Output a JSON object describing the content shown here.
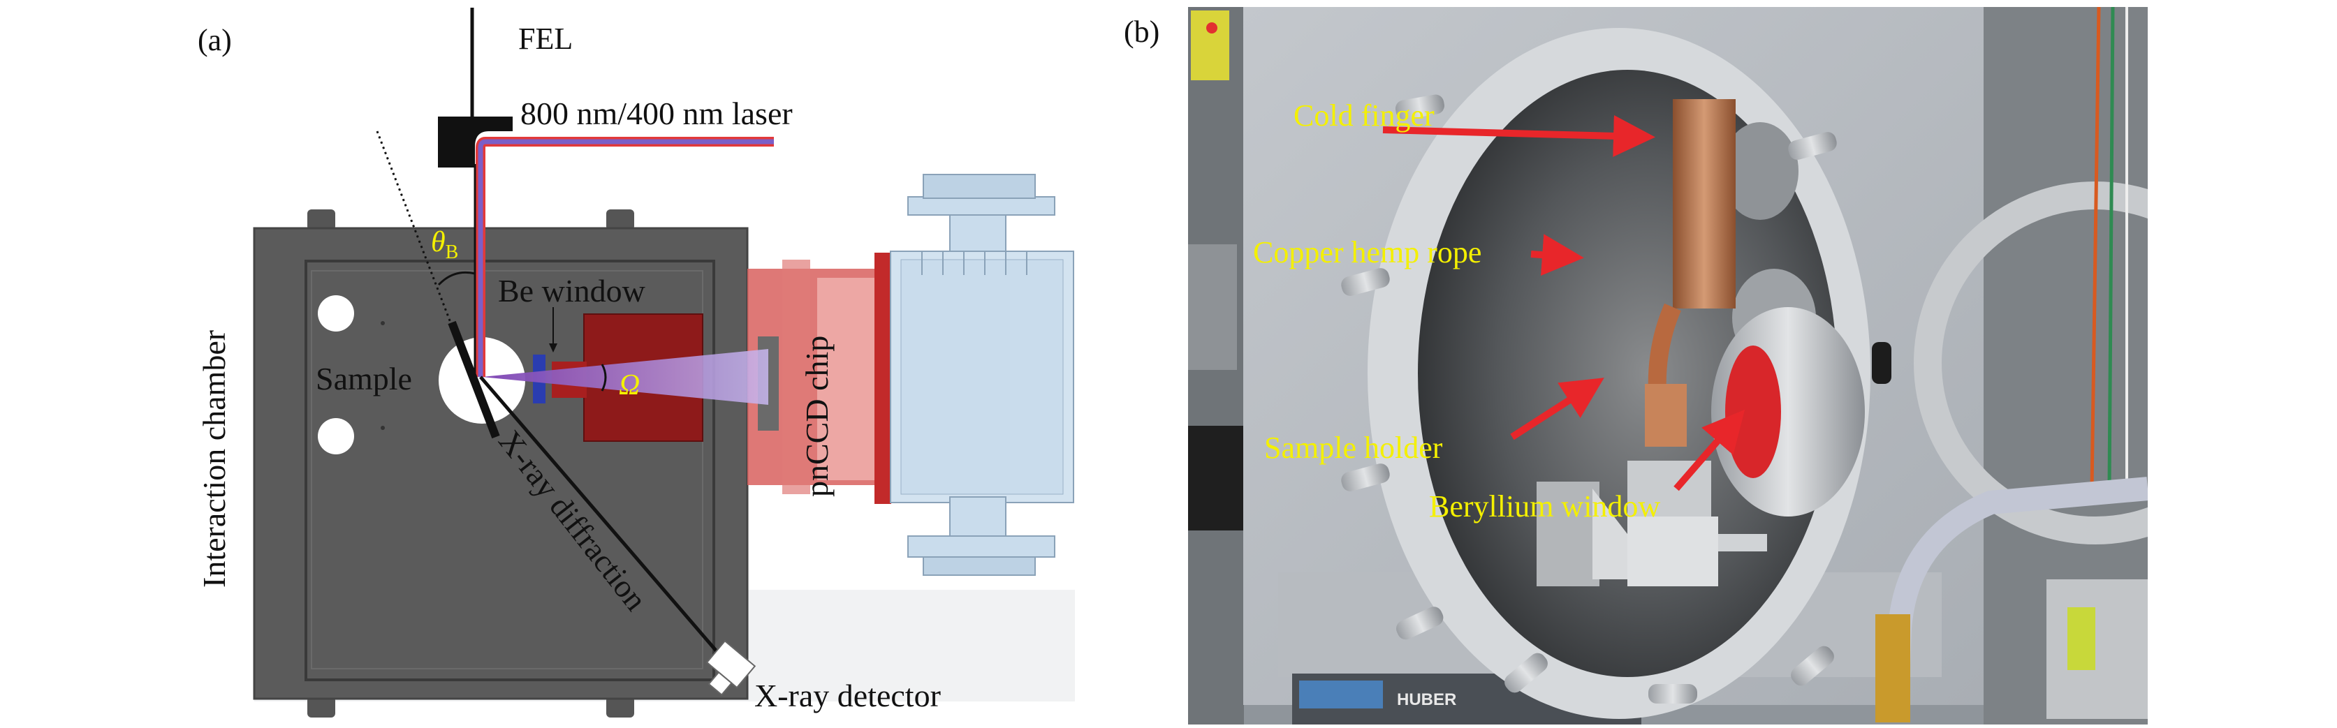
{
  "panel_a": {
    "label": "(a)",
    "fel": "FEL",
    "laser": "800 nm/400 nm laser",
    "theta": "θ",
    "theta_sub": "B",
    "be_window": "Be window",
    "sample": "Sample",
    "omega": "Ω",
    "pnccd": "pnCCD chip",
    "chamber": "Interaction chamber",
    "diffraction": "X-ray diffraction",
    "detector": "X-ray detector"
  },
  "panel_b": {
    "label": "(b)",
    "cold_finger": "Cold finger",
    "copper_rope": "Copper hemp rope",
    "sample_holder": "Sample holder",
    "beryllium_window": "Beryllium window",
    "huber": "HUBER"
  },
  "colors": {
    "annotation_yellow": "#f4f000",
    "arrow_red": "#e8262a",
    "chamber_gray": "#5b5b5b",
    "flange_red": "#b52a2a",
    "detector_blue": "#c9dcec"
  }
}
